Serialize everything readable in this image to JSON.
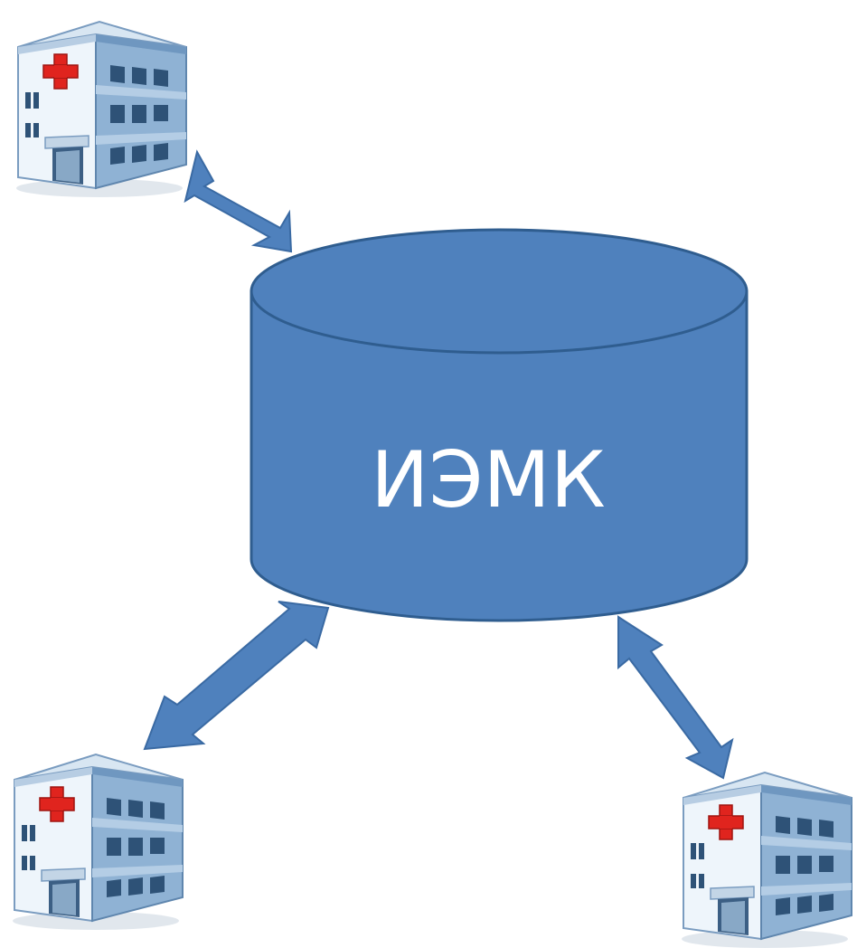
{
  "diagram": {
    "center_node": {
      "label": "ИЭМК",
      "icon": "database-cylinder-icon",
      "fill_color": "#4f81bd",
      "stroke_color": "#2f5d8f"
    },
    "peripheral_nodes": [
      {
        "icon": "hospital-building-icon"
      },
      {
        "icon": "hospital-building-icon"
      },
      {
        "icon": "hospital-building-icon"
      }
    ],
    "connectors": [
      {
        "type": "bidirectional-arrow",
        "from": "hospital-top-left",
        "to": "database"
      },
      {
        "type": "bidirectional-arrow",
        "from": "hospital-bottom-left",
        "to": "database"
      },
      {
        "type": "bidirectional-arrow",
        "from": "hospital-bottom-right",
        "to": "database"
      }
    ],
    "arrow_color": "#4f81bd",
    "arrow_stroke": "#3a6aa3"
  }
}
